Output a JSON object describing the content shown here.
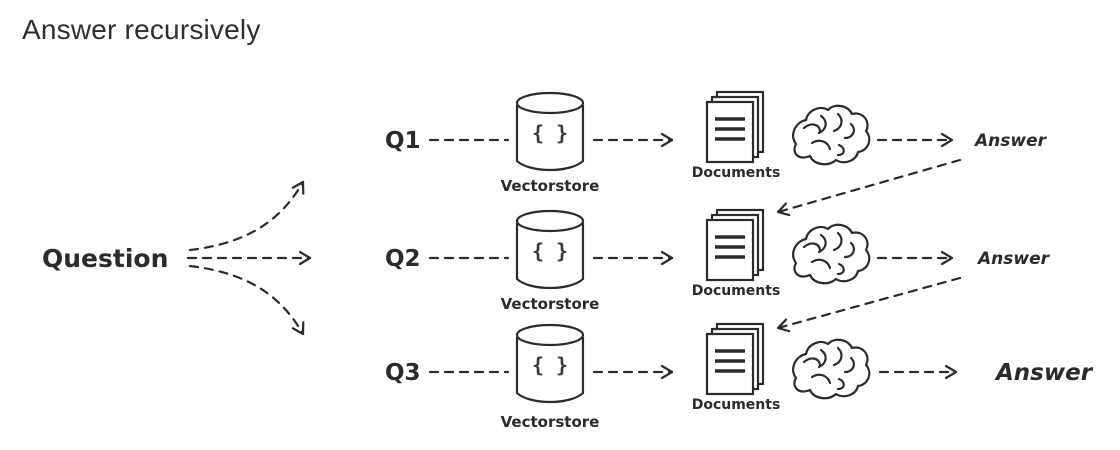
{
  "title": "Answer recursively",
  "question": "Question",
  "vectorstore_glyph": "{ }",
  "rows": [
    {
      "q": "Q1",
      "vectorstore": "Vectorstore",
      "documents": "Documents",
      "answer": "Answer"
    },
    {
      "q": "Q2",
      "vectorstore": "Vectorstore",
      "documents": "Documents",
      "answer": "Answer"
    },
    {
      "q": "Q3",
      "vectorstore": "Vectorstore",
      "documents": "Documents",
      "answer": "Answer"
    }
  ],
  "colors": {
    "ink": "#2b2b2b",
    "title": "#2f2f2f",
    "background": "#ffffff"
  }
}
